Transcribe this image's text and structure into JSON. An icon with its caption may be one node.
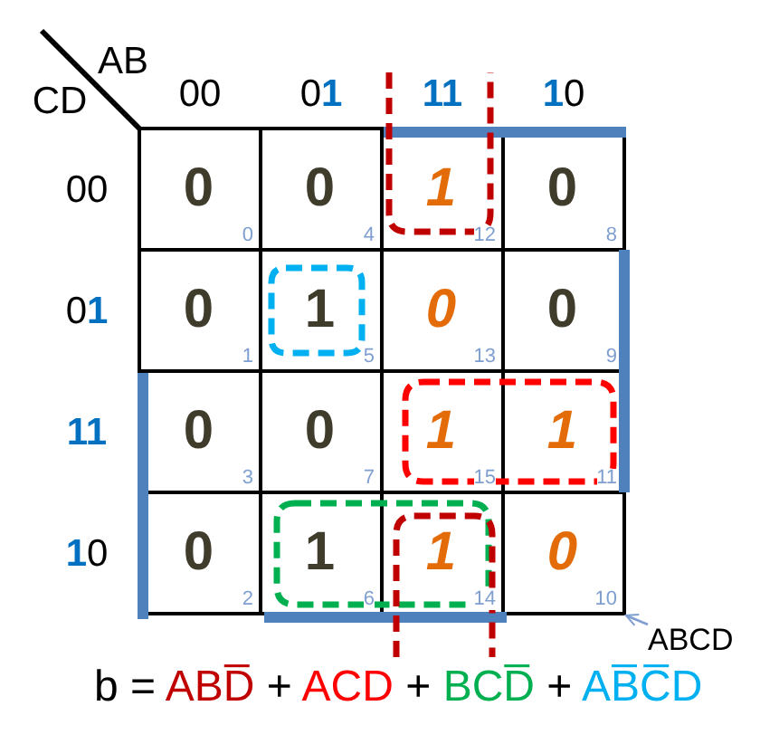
{
  "diagram": {
    "nodes": [
      {
        "text": [
          "ABCD"
        ]
      },
      {
        "text": [],
        "shape": "box"
      }
    ],
    "edges": [
      {
        "from": 0,
        "to": 1,
        "arrow": "to"
      }
    ],
    "labels": [
      "AB",
      "CD",
      "00",
      "01",
      "11",
      "10",
      "00",
      "0",
      "0",
      "0",
      "4",
      "1",
      "12",
      "0",
      "8",
      "01",
      "0",
      "1",
      "1",
      "5",
      "0",
      "13",
      "0",
      "9",
      "11",
      "0",
      "3",
      "0",
      "7",
      "1",
      "15",
      "1",
      "11",
      "10",
      "0",
      "2",
      "1",
      "6",
      "1",
      "14",
      "0",
      "10",
      "b = ABD̅ + ACD + BCD̅ + AB̅C̅D"
    ]
  }
}
